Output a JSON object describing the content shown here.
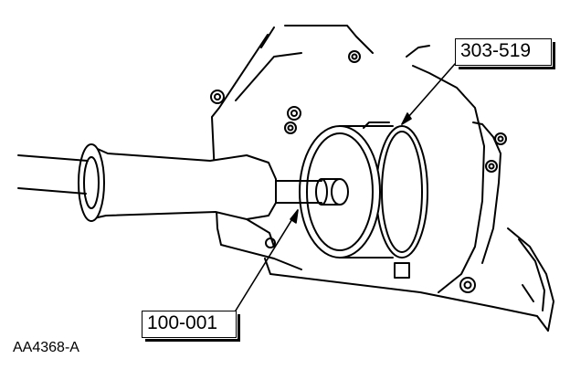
{
  "callouts": {
    "seal_installer": "303-519",
    "handle": "100-001"
  },
  "figure_id": "AA4368-A",
  "colors": {
    "line": "#000000",
    "background": "#ffffff"
  }
}
